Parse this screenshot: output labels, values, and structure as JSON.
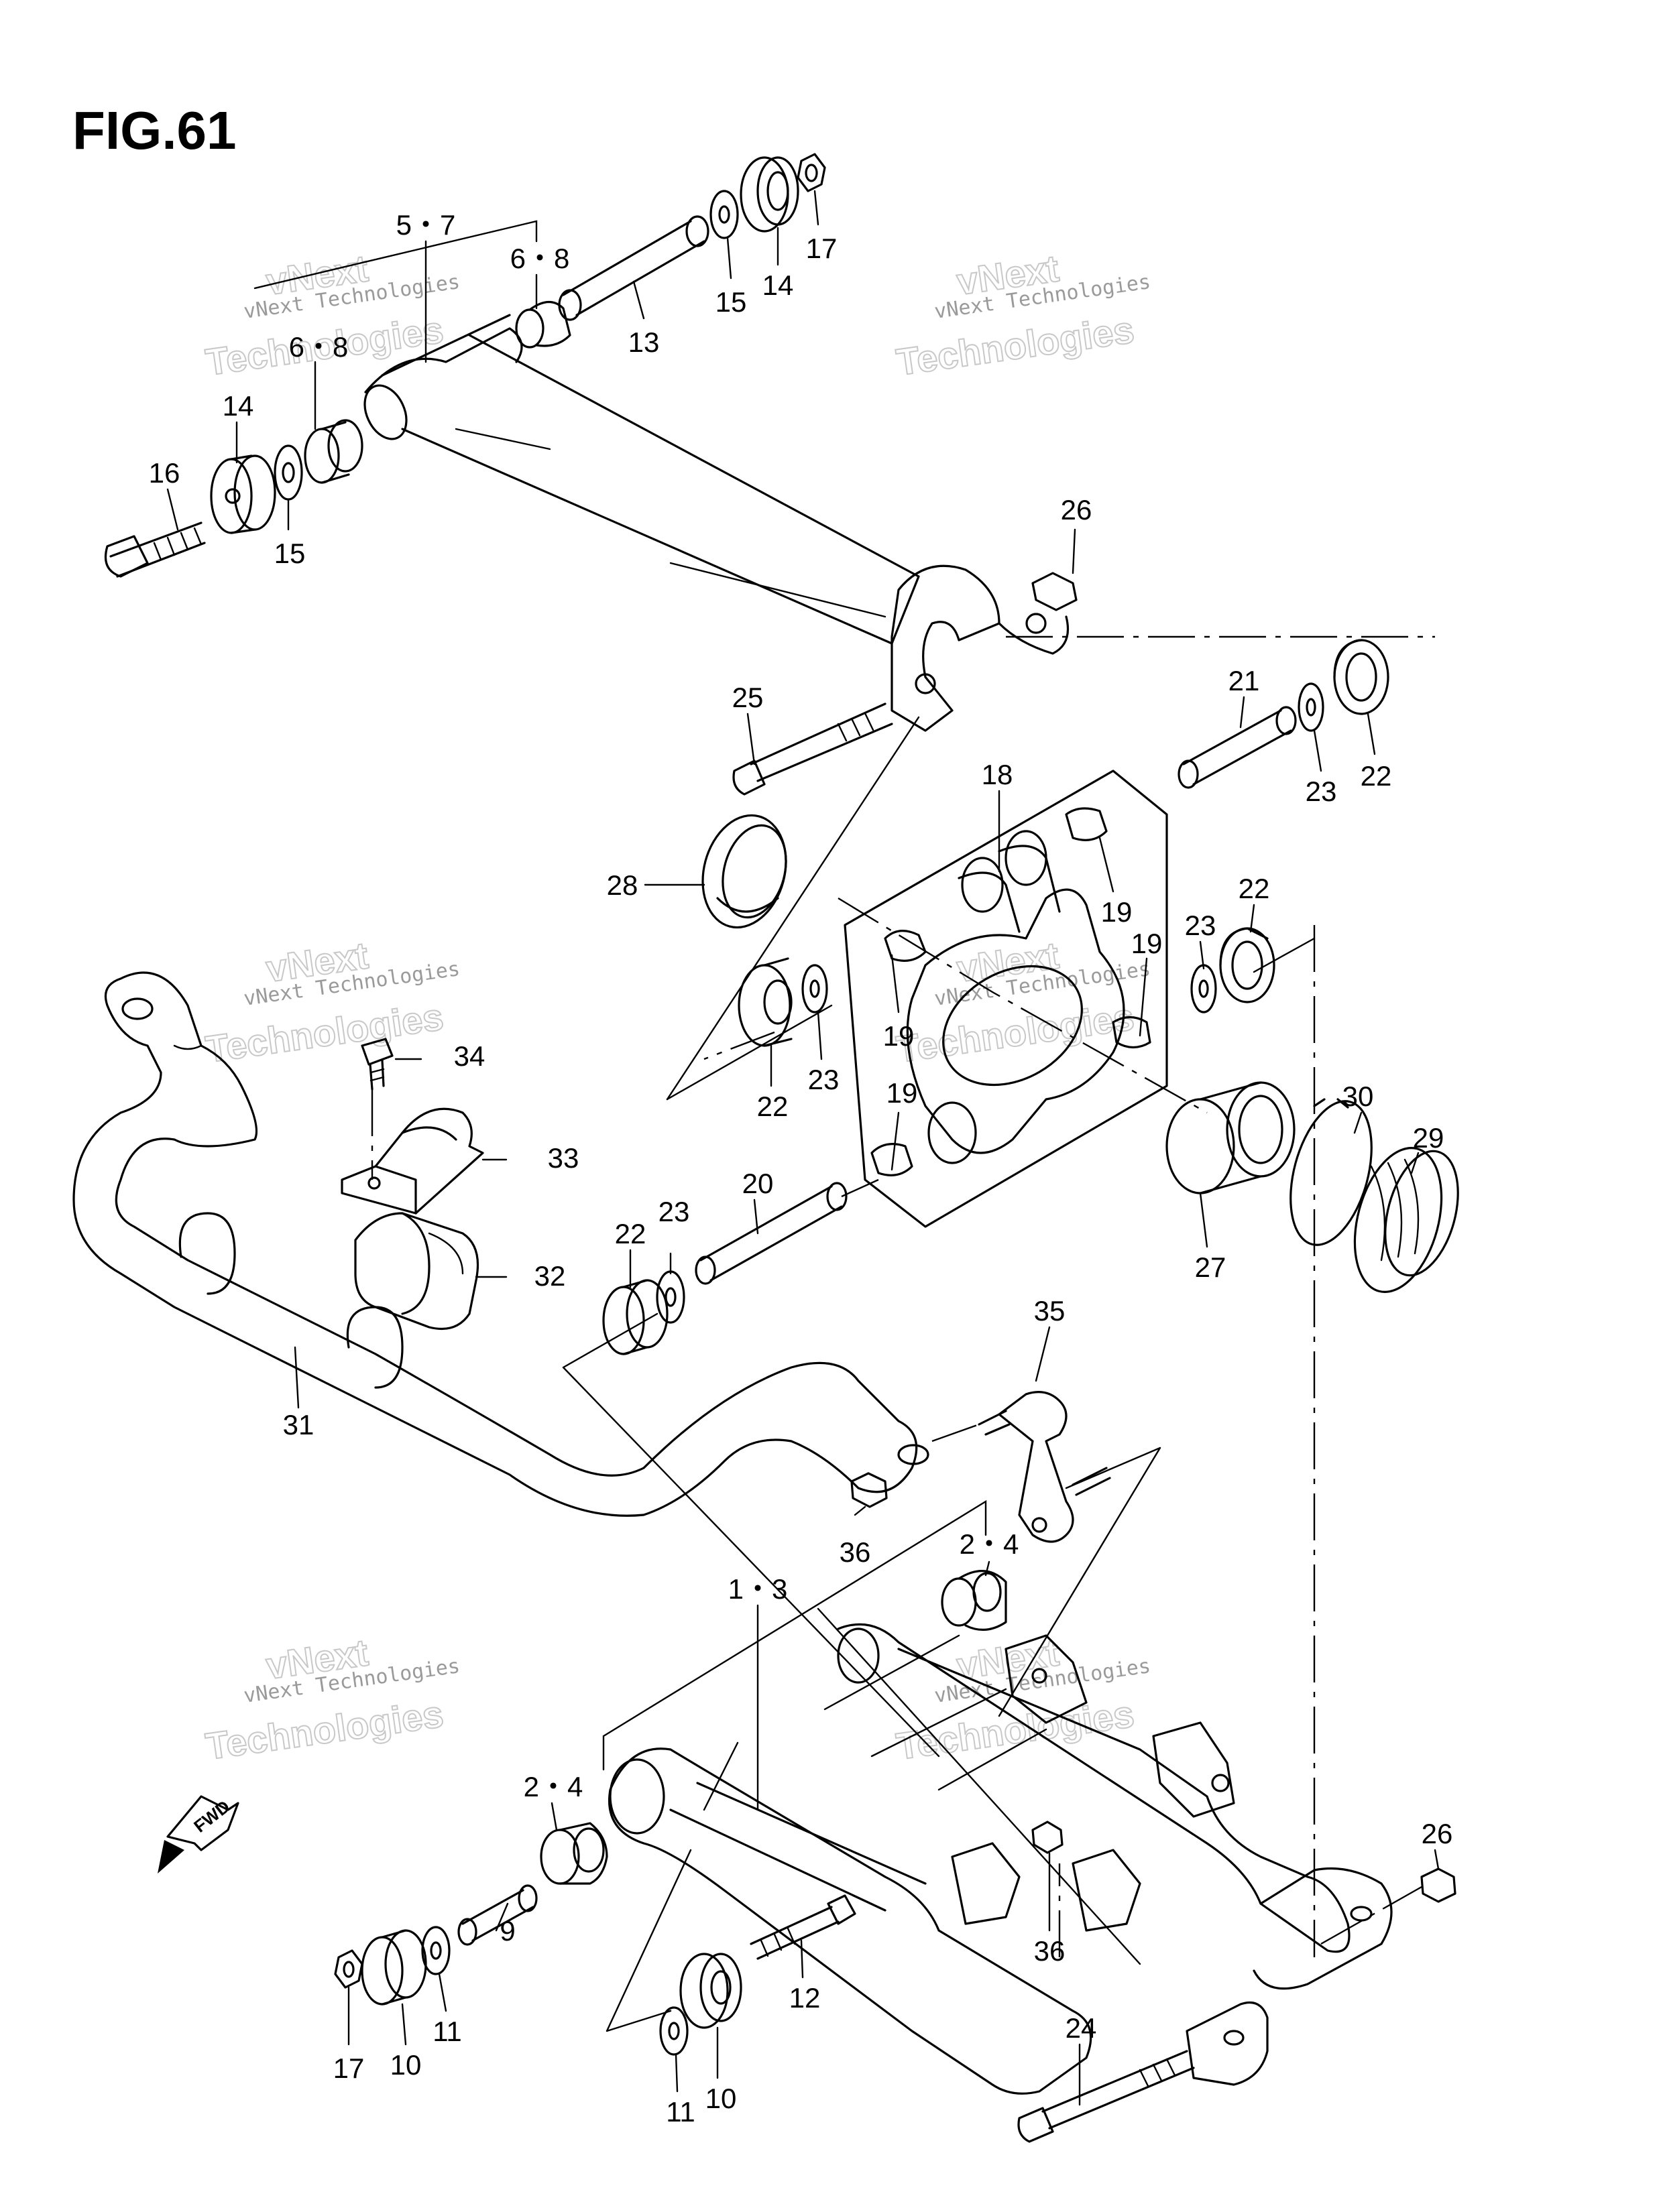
{
  "figure": {
    "title": "FIG.61",
    "fwd_label": "FWD"
  },
  "watermark": {
    "brand": "vNext Technologies",
    "line1": "vNext",
    "line2": "Technologies"
  },
  "callouts": {
    "p5_7": "5・7",
    "p6_8a": "6・8",
    "p6_8b": "6・8",
    "p13": "13",
    "p15a": "15",
    "p14a": "14",
    "p17a": "17",
    "p14b": "14",
    "p16": "16",
    "p15b": "15",
    "p26a": "26",
    "p25": "25",
    "p21": "21",
    "p23a": "23",
    "p22a": "22",
    "p18": "18",
    "p28": "28",
    "p19a": "19",
    "p19b": "19",
    "p19c": "19",
    "p19d": "19",
    "p23b": "23",
    "p22b": "22",
    "p22c": "22",
    "p23c": "23",
    "p34": "34",
    "p33": "33",
    "p32": "32",
    "p31": "31",
    "p30": "30",
    "p29": "29",
    "p27": "27",
    "p20": "20",
    "p22d": "22",
    "p23d": "23",
    "p35": "35",
    "p36a": "36",
    "p2_4a": "2・4",
    "p1_3": "1・3",
    "p2_4b": "2・4",
    "p26b": "26",
    "p9": "9",
    "p10a": "10",
    "p11a": "11",
    "p17b": "17",
    "p12": "12",
    "p36b": "36",
    "p10b": "10",
    "p11b": "11",
    "p24": "24"
  }
}
